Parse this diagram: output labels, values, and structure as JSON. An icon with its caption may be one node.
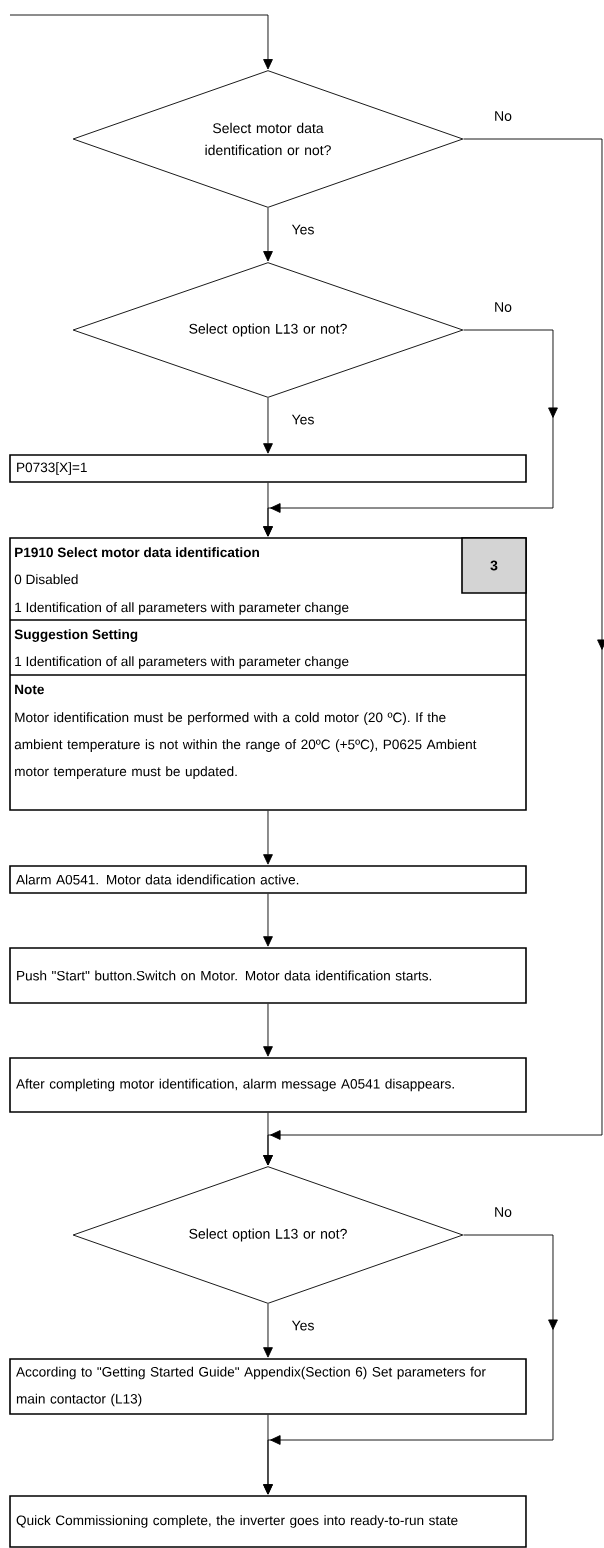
{
  "diagram": {
    "nodes": [
      {
        "text": [
          "Select motor data identification or not?"
        ]
      },
      {
        "text": [
          "Select option L13 or not?"
        ]
      },
      {
        "text": [
          "P0733[X]=1"
        ]
      },
      {
        "text": [
          "P1910  Select motor data identification",
          "0  Disabled",
          "1  Identification of all parameters with parameter change",
          "Suggestion Setting",
          "1  Identification of all parameters with parameter change",
          "Note",
          "Motor identification must be performed with a cold motor (20 ºC). If the ambient temperature is not within the range of 20ºC (+5ºC), P0625 Ambient motor temperature must be updated."
        ]
      },
      {
        "text": [
          "3"
        ],
        "in": 3
      },
      {
        "text": [
          "Alarm A0541. Motor data idendification active."
        ]
      },
      {
        "text": [
          "Push \"Start\" button.Switch on Motor. Motor data identification starts."
        ]
      },
      {
        "text": [
          "After completing motor identification, alarm message A0541 disappears."
        ]
      },
      {
        "text": [
          "Select option L13 or not?"
        ]
      },
      {
        "text": [
          "According to \"Getting Started Guide\" Appendix(Section 6) Set parameters for main contactor (L13)"
        ]
      },
      {
        "text": [
          "Quick Commissioning complete, the inverter goes into ready-to-run state"
        ]
      }
    ],
    "edges": [
      {
        "from": null,
        "to": 0,
        "arrow": "to"
      },
      {
        "from": 0,
        "to": 1,
        "arrow": "to",
        "label": "Yes"
      },
      {
        "from": 0,
        "to": 8,
        "arrow": "to",
        "label": "No"
      },
      {
        "from": 1,
        "to": 2,
        "arrow": "to",
        "label": "Yes"
      },
      {
        "from": 1,
        "to": 3,
        "arrow": "to",
        "label": "No"
      },
      {
        "from": 2,
        "to": 3,
        "arrow": "to"
      },
      {
        "from": 3,
        "to": 5,
        "arrow": "to"
      },
      {
        "from": 5,
        "to": 6,
        "arrow": "to"
      },
      {
        "from": 6,
        "to": 7,
        "arrow": "to"
      },
      {
        "from": 7,
        "to": 8,
        "arrow": "to"
      },
      {
        "from": 8,
        "to": 9,
        "arrow": "to",
        "label": "Yes"
      },
      {
        "from": 8,
        "to": 10,
        "arrow": "to",
        "label": "No"
      },
      {
        "from": 9,
        "to": 10,
        "arrow": "to"
      }
    ]
  }
}
